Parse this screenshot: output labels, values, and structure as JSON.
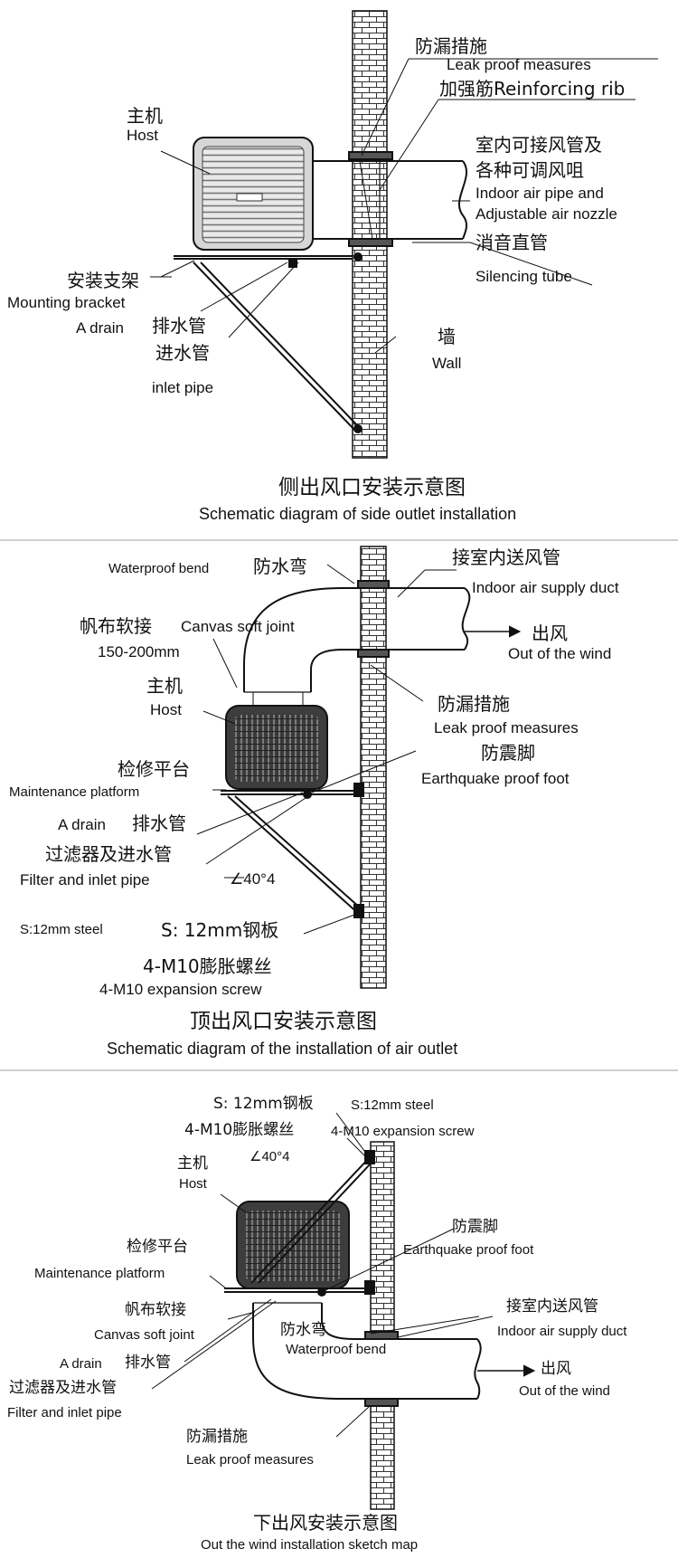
{
  "section1": {
    "host_zh": "主机",
    "host_en": "Host",
    "leak_zh": "防漏措施",
    "leak_en": "Leak proof measures",
    "rib": "加强筋Reinforcing rib",
    "indoor_zh1": "室内可接风管及",
    "indoor_zh2": "各种可调风咀",
    "indoor_en1": "Indoor air pipe and",
    "indoor_en2": "Adjustable air nozzle",
    "silencing_zh": "消音直管",
    "silencing_en": "Silencing tube",
    "bracket_zh": "安装支架",
    "bracket_en": "Mounting bracket",
    "drain_en": "A drain",
    "drain_zh": "排水管",
    "inlet_zh": "进水管",
    "inlet_en": "inlet pipe",
    "wall_zh": "墙",
    "wall_en": "Wall",
    "title_zh": "侧出风口安装示意图",
    "title_en": "Schematic diagram of side outlet installation"
  },
  "section2": {
    "bend_en": "Waterproof bend",
    "bend_zh": "防水弯",
    "duct_zh": "接室内送风管",
    "duct_en": "Indoor air supply duct",
    "canvas_zh": "帆布软接",
    "canvas_en": "Canvas soft joint",
    "canvas_size": "150-200mm",
    "out_zh": "出风",
    "out_en": "Out of the wind",
    "host_zh": "主机",
    "host_en": "Host",
    "leak_zh": "防漏措施",
    "leak_en": "Leak proof measures",
    "quake_zh": "防震脚",
    "quake_en": "Earthquake proof foot",
    "platform_zh": "检修平台",
    "platform_en": "Maintenance platform",
    "drain_en": "A drain",
    "drain_zh": "排水管",
    "filter_zh": "过滤器及进水管",
    "filter_en": "Filter and inlet pipe",
    "angle": "∠40°4",
    "steel_en": "S:12mm steel",
    "steel_zh": "S: 12mm钢板",
    "screw_zh": "4-M10膨胀螺丝",
    "screw_en": "4-M10 expansion screw",
    "title_zh": "顶出风口安装示意图",
    "title_en": "Schematic diagram of the installation of air outlet"
  },
  "section3": {
    "steel_zh": "S: 12mm钢板",
    "steel_en": "S:12mm steel",
    "screw_zh": "4-M10膨胀螺丝",
    "screw_en": "4-M10 expansion screw",
    "angle": "∠40°4",
    "host_zh": "主机",
    "host_en": "Host",
    "quake_zh": "防震脚",
    "quake_en": "Earthquake proof foot",
    "platform_zh": "检修平台",
    "platform_en": "Maintenance platform",
    "canvas_zh": "帆布软接",
    "canvas_en": "Canvas soft joint",
    "duct_zh": "接室内送风管",
    "duct_en": "Indoor air supply duct",
    "bend_zh": "防水弯",
    "bend_en": "Waterproof bend",
    "drain_en": "A drain",
    "drain_zh": "排水管",
    "out_zh": "出风",
    "out_en": "Out of the wind",
    "filter_zh": "过滤器及进水管",
    "filter_en": "Filter and inlet pipe",
    "leak_zh": "防漏措施",
    "leak_en": "Leak proof measures",
    "title_zh": "下出风安装示意图",
    "title_en": "Out the wind installation sketch map"
  }
}
